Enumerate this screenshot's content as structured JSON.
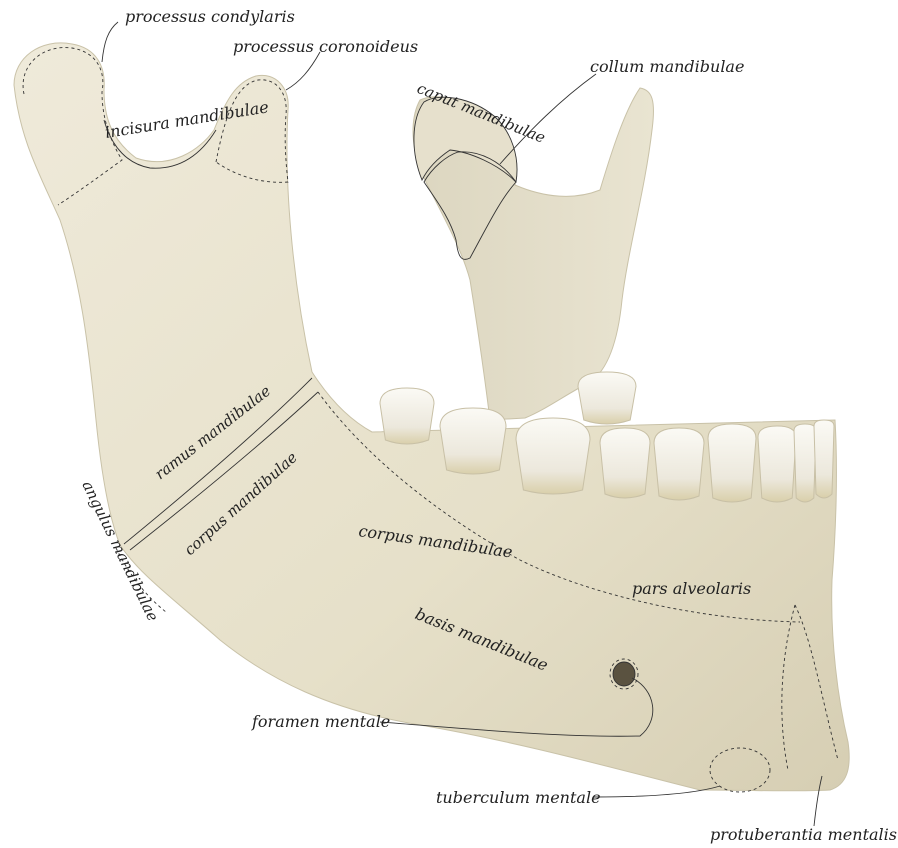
{
  "labels": {
    "processus_condylaris": "processus condylaris",
    "processus_coronoideus": "processus coronoideus",
    "incisura_mandibulae": "incisura mandibulae",
    "caput_mandibulae": "caput mandibulae",
    "collum_mandibulae": "collum mandibulae",
    "ramus_mandibulae": "ramus mandibulae",
    "corpus_mandibulae_small": "corpus mandibulae",
    "angulus_mandibulae": "angulus mandibulae",
    "corpus_mandibulae": "corpus mandibulae",
    "pars_alveolaris": "pars alveolaris",
    "basis_mandibulae": "basis mandibulae",
    "foramen_mentale": "foramen mentale",
    "tuberculum_mentale": "tuberculum mentale",
    "protuberantia_mentalis": "protuberantia mentalis"
  },
  "colors": {
    "bone": "#ebe6d2",
    "bone_shadow": "#d7d0b8",
    "bone_dark": "#cfc7ab",
    "tooth": "#f2efe6",
    "tooth_root": "#e0d7b8",
    "text": "#222222"
  }
}
